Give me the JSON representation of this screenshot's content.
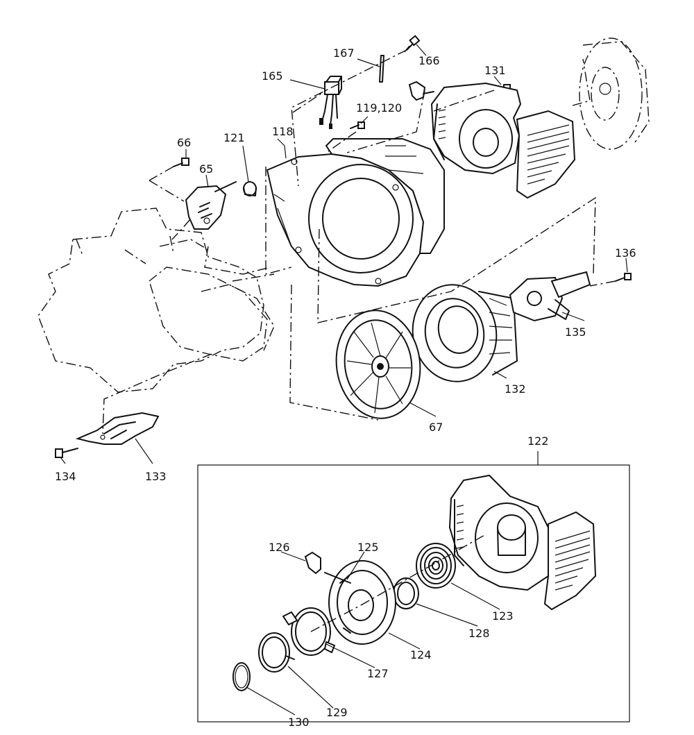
{
  "diagram": {
    "labels": {
      "p166": "166",
      "p167": "167",
      "p165": "165",
      "p131": "131",
      "p119_120": "119,120",
      "p66": "66",
      "p121": "121",
      "p118": "118",
      "p65": "65",
      "p136": "136",
      "p135": "135",
      "p132": "132",
      "p67": "67",
      "p122": "122",
      "p134": "134",
      "p133": "133",
      "p126": "126",
      "p125": "125",
      "p123": "123",
      "p128": "128",
      "p124": "124",
      "p127": "127",
      "p129": "129",
      "p130": "130"
    },
    "colors": {
      "line": "#111111",
      "background": "#ffffff"
    }
  }
}
